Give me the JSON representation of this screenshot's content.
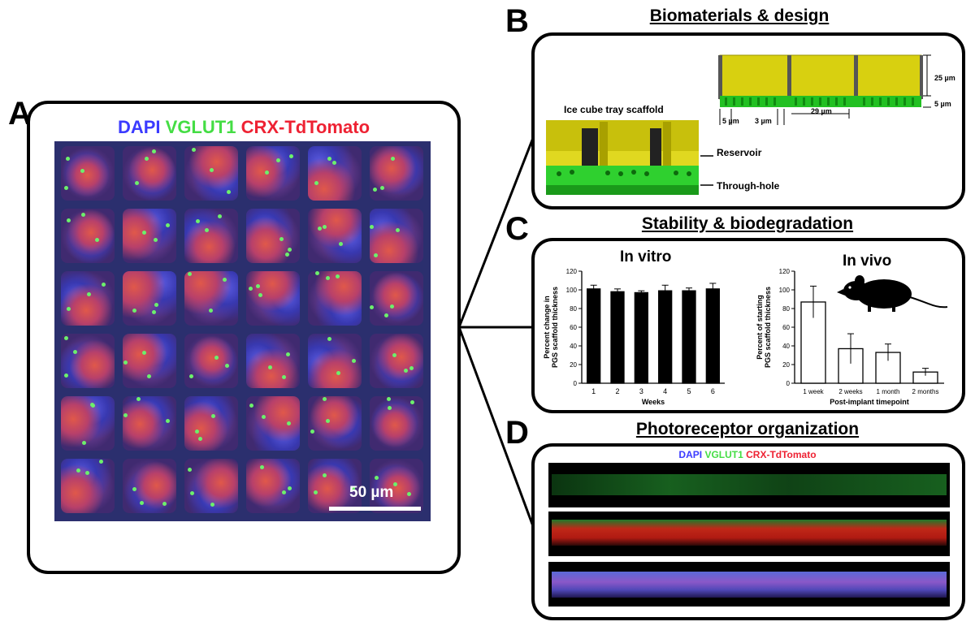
{
  "panels": {
    "a": {
      "letter": "A",
      "legend": {
        "dapi": "DAPI",
        "vglut1": "VGLUT1",
        "crx": "CRX-TdTomato"
      },
      "scale_bar": "50 µm"
    },
    "b": {
      "letter": "B",
      "title": "Biomaterials & design",
      "scaffold_label": "Ice cube tray scaffold",
      "reservoir": "Reservoir",
      "through_hole": "Through-hole",
      "dims": {
        "d25": "25 µm",
        "d5r": "5 µm",
        "d29": "29 µm",
        "d5l": "5 µm",
        "d3": "3 µm"
      }
    },
    "c": {
      "letter": "C",
      "title": "Stability & biodegradation",
      "invitro_title": "In vitro",
      "invivo_title": "In vivo"
    },
    "d": {
      "letter": "D",
      "title": "Photoreceptor organization",
      "legend": {
        "dapi": "DAPI",
        "vglut1": "VGLUT1",
        "crx": "CRX-TdTomato"
      }
    }
  },
  "chart_data": [
    {
      "type": "bar",
      "title": "In vitro",
      "xlabel": "Weeks",
      "ylabel": "Percent change in PGS scaffold thickness",
      "categories": [
        "1",
        "2",
        "3",
        "4",
        "5",
        "6"
      ],
      "values": [
        101,
        98,
        97,
        99,
        99,
        101
      ],
      "errors": [
        4,
        3,
        2,
        6,
        3,
        6
      ],
      "ylim": [
        0,
        120
      ],
      "yticks": [
        "0",
        "20",
        "40",
        "60",
        "80",
        "100",
        "120"
      ]
    },
    {
      "type": "bar",
      "title": "In vivo",
      "xlabel": "Post-implant timepoint",
      "ylabel": "Percent of starting PGS scaffold thickness",
      "categories": [
        "1 week",
        "2 weeks",
        "1 month",
        "2 months"
      ],
      "values": [
        87,
        37,
        33,
        12
      ],
      "errors": [
        17,
        16,
        9,
        4
      ],
      "ylim": [
        0,
        120
      ],
      "yticks": [
        "0",
        "20",
        "40",
        "60",
        "80",
        "100",
        "120"
      ]
    }
  ]
}
